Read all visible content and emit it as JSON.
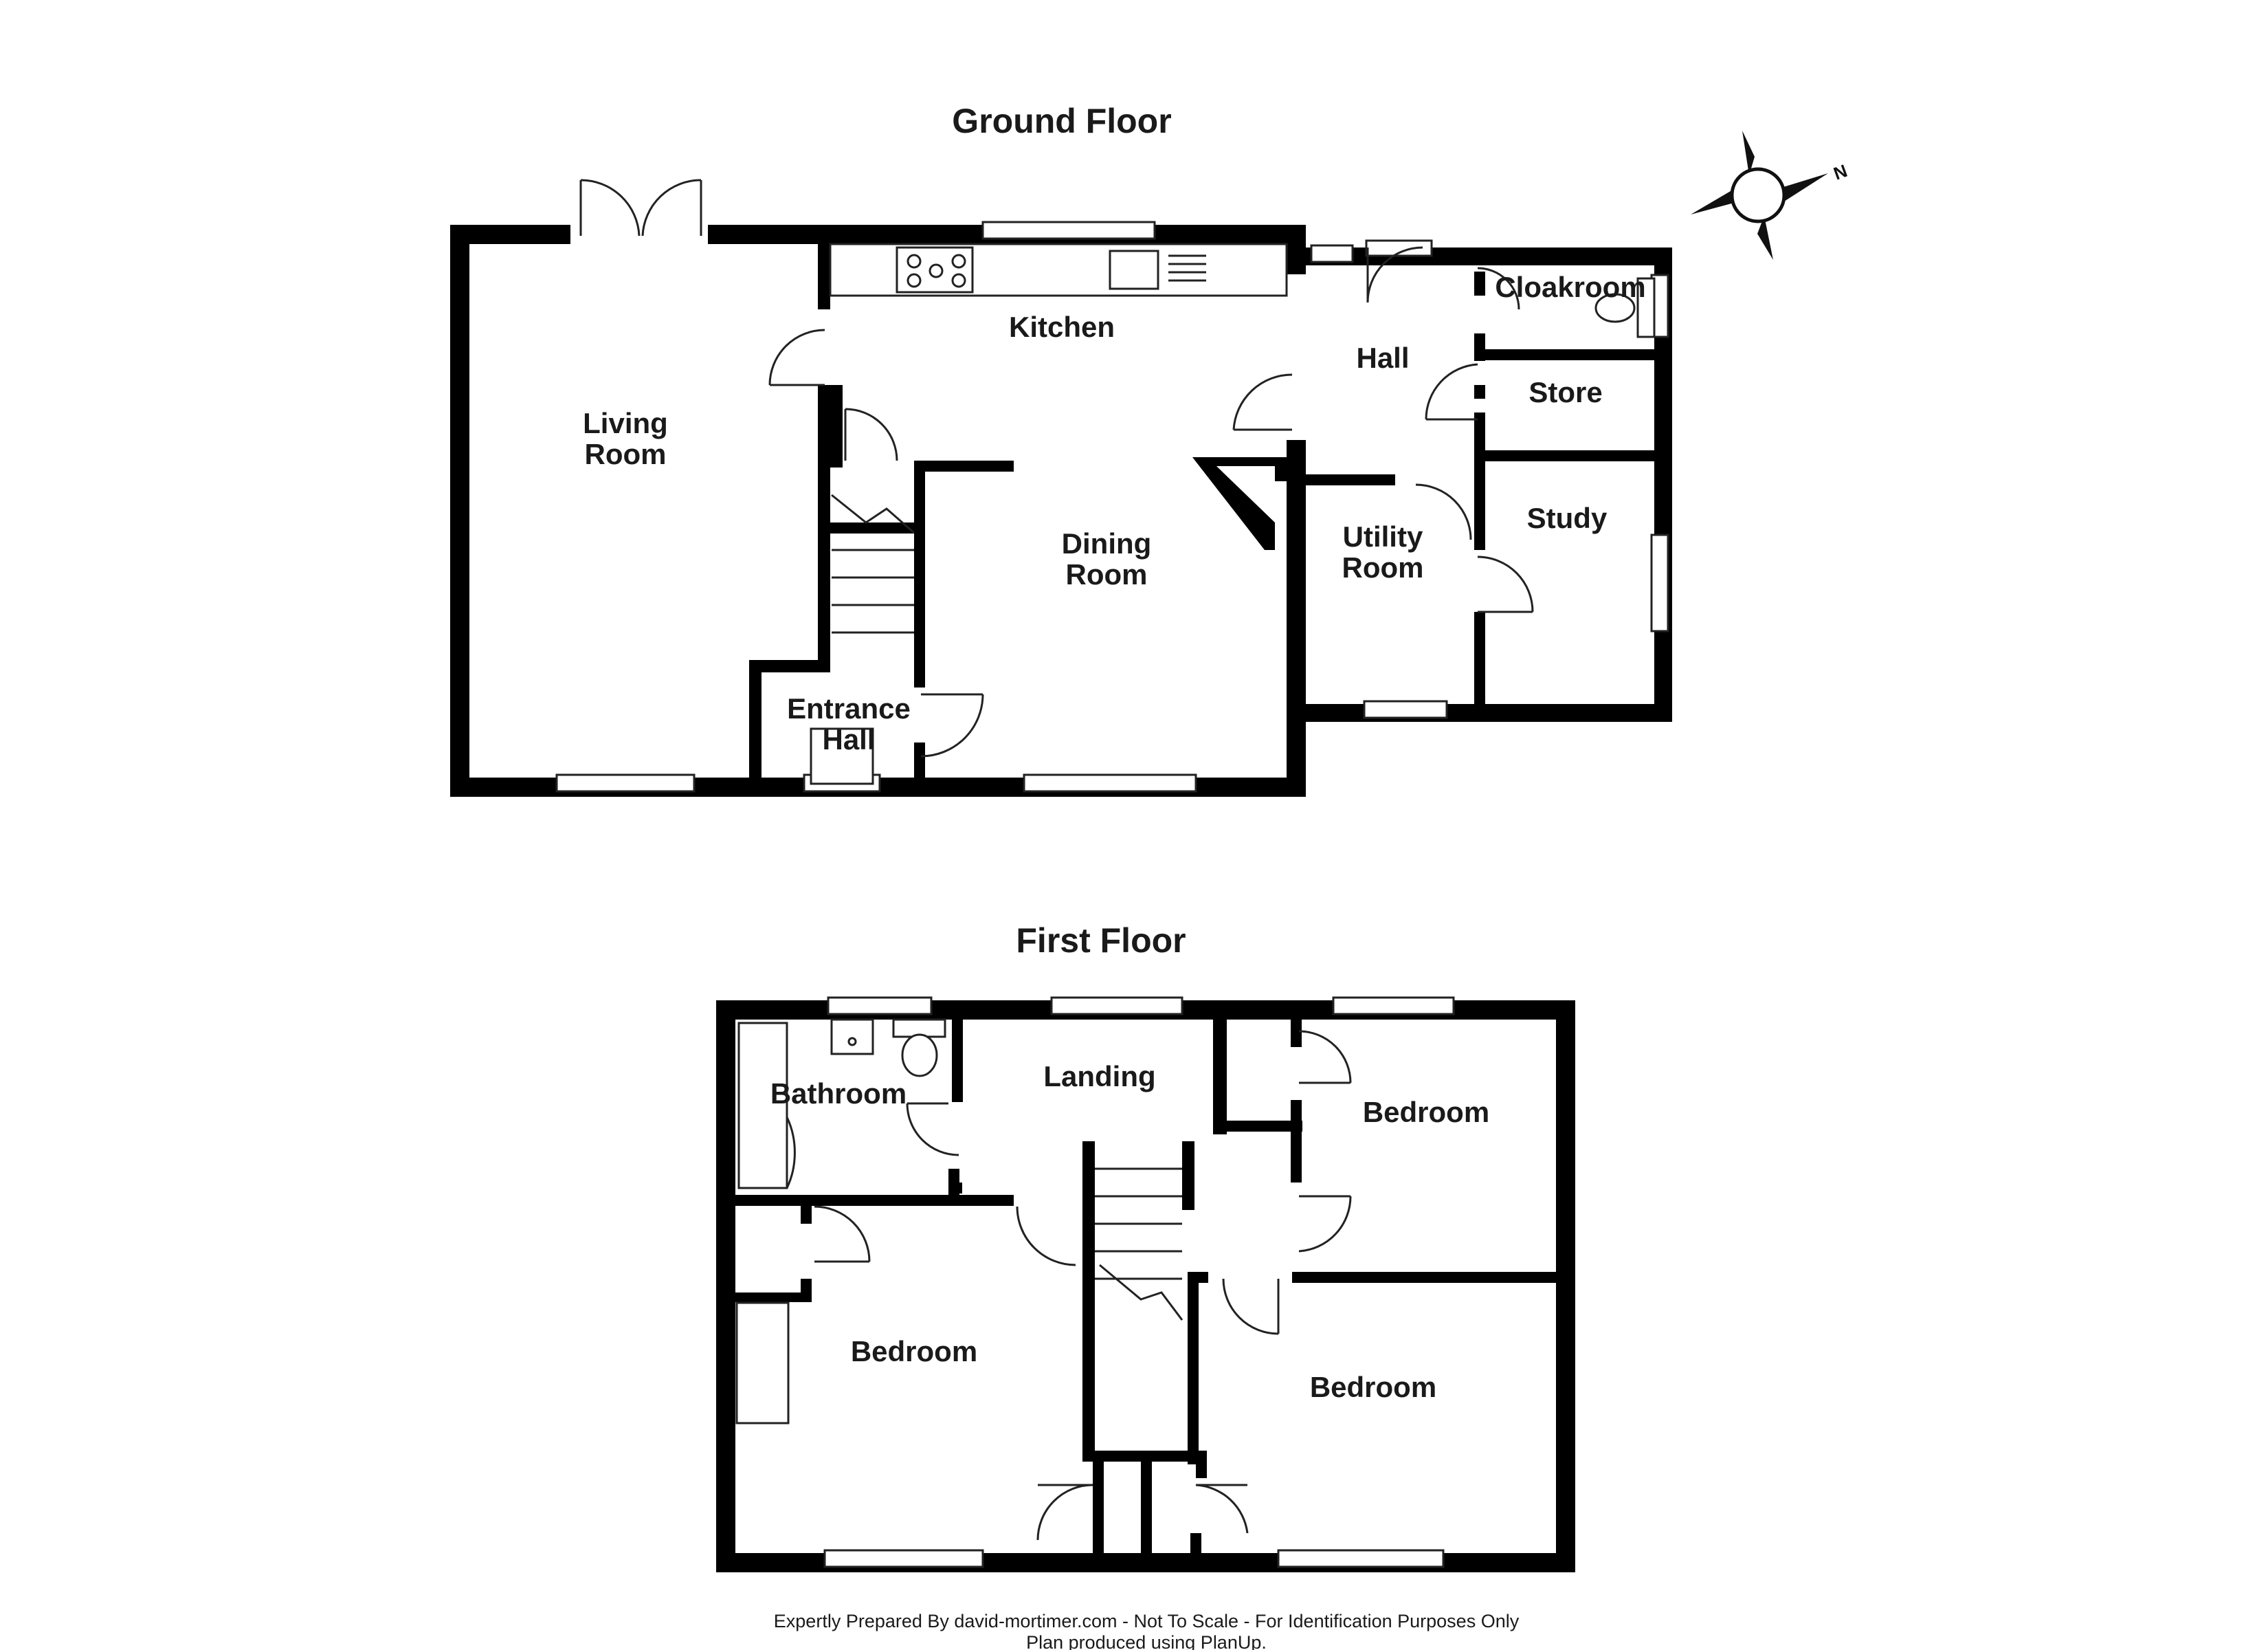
{
  "ground_floor": {
    "title": "Ground Floor",
    "rooms": {
      "living_room": [
        "Living",
        "Room"
      ],
      "kitchen": "Kitchen",
      "dining_room": [
        "Dining",
        "Room"
      ],
      "entrance_hall": [
        "Entrance",
        "Hall"
      ],
      "hall": "Hall",
      "cloakroom": "Cloakroom",
      "store": "Store",
      "utility_room": [
        "Utility",
        "Room"
      ],
      "study": "Study"
    }
  },
  "first_floor": {
    "title": "First Floor",
    "rooms": {
      "bathroom": "Bathroom",
      "landing": "Landing",
      "bedroom_1": "Bedroom",
      "bedroom_2": "Bedroom",
      "bedroom_3": "Bedroom"
    }
  },
  "compass": {
    "label": "N"
  },
  "footer": {
    "line1": "Expertly Prepared By david-mortimer.com - Not To Scale - For Identification Purposes Only",
    "line2": "Plan produced using PlanUp."
  }
}
